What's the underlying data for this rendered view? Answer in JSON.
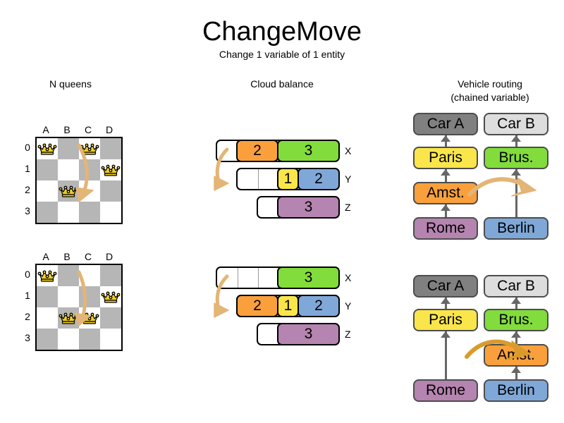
{
  "page": {
    "title": "ChangeMove",
    "subtitle": "Change 1 variable of 1 entity"
  },
  "sections": {
    "queens": {
      "header": "N queens"
    },
    "cloud": {
      "header": "Cloud balance"
    },
    "vrp": {
      "header_line1": "Vehicle routing",
      "header_line2": "(chained variable)"
    }
  },
  "colors": {
    "orange": "#F9A03C",
    "green": "#82DC3C",
    "yellow": "#FAE64B",
    "blue": "#7FA8D8",
    "purple": "#B584B0",
    "car_a_gray": "#808080",
    "car_b_gray": "#DDDDDD",
    "board_dark": "#b6b6b6",
    "board_light": "#ffffff",
    "arrow": "#E3B576",
    "arrow_dark": "#D99B2B",
    "queen_gold": "#F2D024"
  },
  "queens": {
    "column_labels": [
      "A",
      "B",
      "C",
      "D"
    ],
    "row_labels": [
      "0",
      "1",
      "2",
      "3"
    ],
    "before": {
      "queens": [
        {
          "col": "A",
          "row": "0"
        },
        {
          "col": "C",
          "row": "0"
        },
        {
          "col": "D",
          "row": "1"
        },
        {
          "col": "B",
          "row": "2"
        }
      ],
      "move_arrow": {
        "from_col": "C",
        "from_row": "0",
        "to_col": "C",
        "to_row": "2"
      }
    },
    "after": {
      "queens": [
        {
          "col": "A",
          "row": "0"
        },
        {
          "col": "D",
          "row": "1"
        },
        {
          "col": "B",
          "row": "2"
        },
        {
          "col": "C",
          "row": "2"
        }
      ],
      "move_arrow": {
        "from_col": "C",
        "from_row": "0",
        "to_col": "C",
        "to_row": "2"
      }
    }
  },
  "cloud": {
    "before": {
      "rows": [
        {
          "label": "X",
          "segments": [
            {
              "value": "",
              "color": "#ffffff",
              "units": 1,
              "empty": true
            },
            {
              "value": "2",
              "color": "#F9A03C",
              "units": 2
            },
            {
              "value": "3",
              "color": "#82DC3C",
              "units": 3
            }
          ]
        },
        {
          "label": "Y",
          "segments": [
            {
              "value": "",
              "color": "#ffffff",
              "units": 2,
              "empty": true
            },
            {
              "value": "1",
              "color": "#FAE64B",
              "units": 1
            },
            {
              "value": "2",
              "color": "#7FA8D8",
              "units": 2
            }
          ]
        },
        {
          "label": "Z",
          "segments": [
            {
              "value": "",
              "color": "#ffffff",
              "units": 1,
              "empty": true
            },
            {
              "value": "3",
              "color": "#B584B0",
              "units": 3
            }
          ]
        }
      ]
    },
    "after": {
      "rows": [
        {
          "label": "X",
          "segments": [
            {
              "value": "",
              "color": "#ffffff",
              "units": 3,
              "empty": true
            },
            {
              "value": "3",
              "color": "#82DC3C",
              "units": 3
            }
          ]
        },
        {
          "label": "Y",
          "segments": [
            {
              "value": "2",
              "color": "#F9A03C",
              "units": 2
            },
            {
              "value": "1",
              "color": "#FAE64B",
              "units": 1
            },
            {
              "value": "2",
              "color": "#7FA8D8",
              "units": 2
            }
          ]
        },
        {
          "label": "Z",
          "segments": [
            {
              "value": "",
              "color": "#ffffff",
              "units": 1,
              "empty": true
            },
            {
              "value": "3",
              "color": "#B584B0",
              "units": 3
            }
          ]
        }
      ]
    }
  },
  "vrp": {
    "before": {
      "left_chain": [
        "Rome",
        "Amst.",
        "Paris",
        "Car A"
      ],
      "right_chain": [
        "Berlin",
        "Brus.",
        "Car B"
      ],
      "nodes": {
        "car_a": "Car A",
        "car_b": "Car B",
        "paris": "Paris",
        "brus": "Brus.",
        "amst": "Amst.",
        "rome": "Rome",
        "berlin": "Berlin"
      }
    },
    "after": {
      "left_chain": [
        "Rome",
        "Paris",
        "Car A"
      ],
      "right_chain": [
        "Berlin",
        "Amst.",
        "Brus.",
        "Car B"
      ],
      "nodes": {
        "car_a": "Car A",
        "car_b": "Car B",
        "paris": "Paris",
        "brus": "Brus.",
        "amst": "Amst.",
        "rome": "Rome",
        "berlin": "Berlin"
      }
    }
  }
}
